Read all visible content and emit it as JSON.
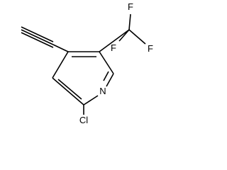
{
  "molecule": {
    "atoms": {
      "fluorine_top": "F",
      "fluorine_right": "F",
      "fluorine_left": "F",
      "nitrogen": "N",
      "chlorine": "Cl"
    },
    "colors": {
      "bond": "#000000",
      "label": "#000000",
      "background": "#ffffff"
    }
  }
}
